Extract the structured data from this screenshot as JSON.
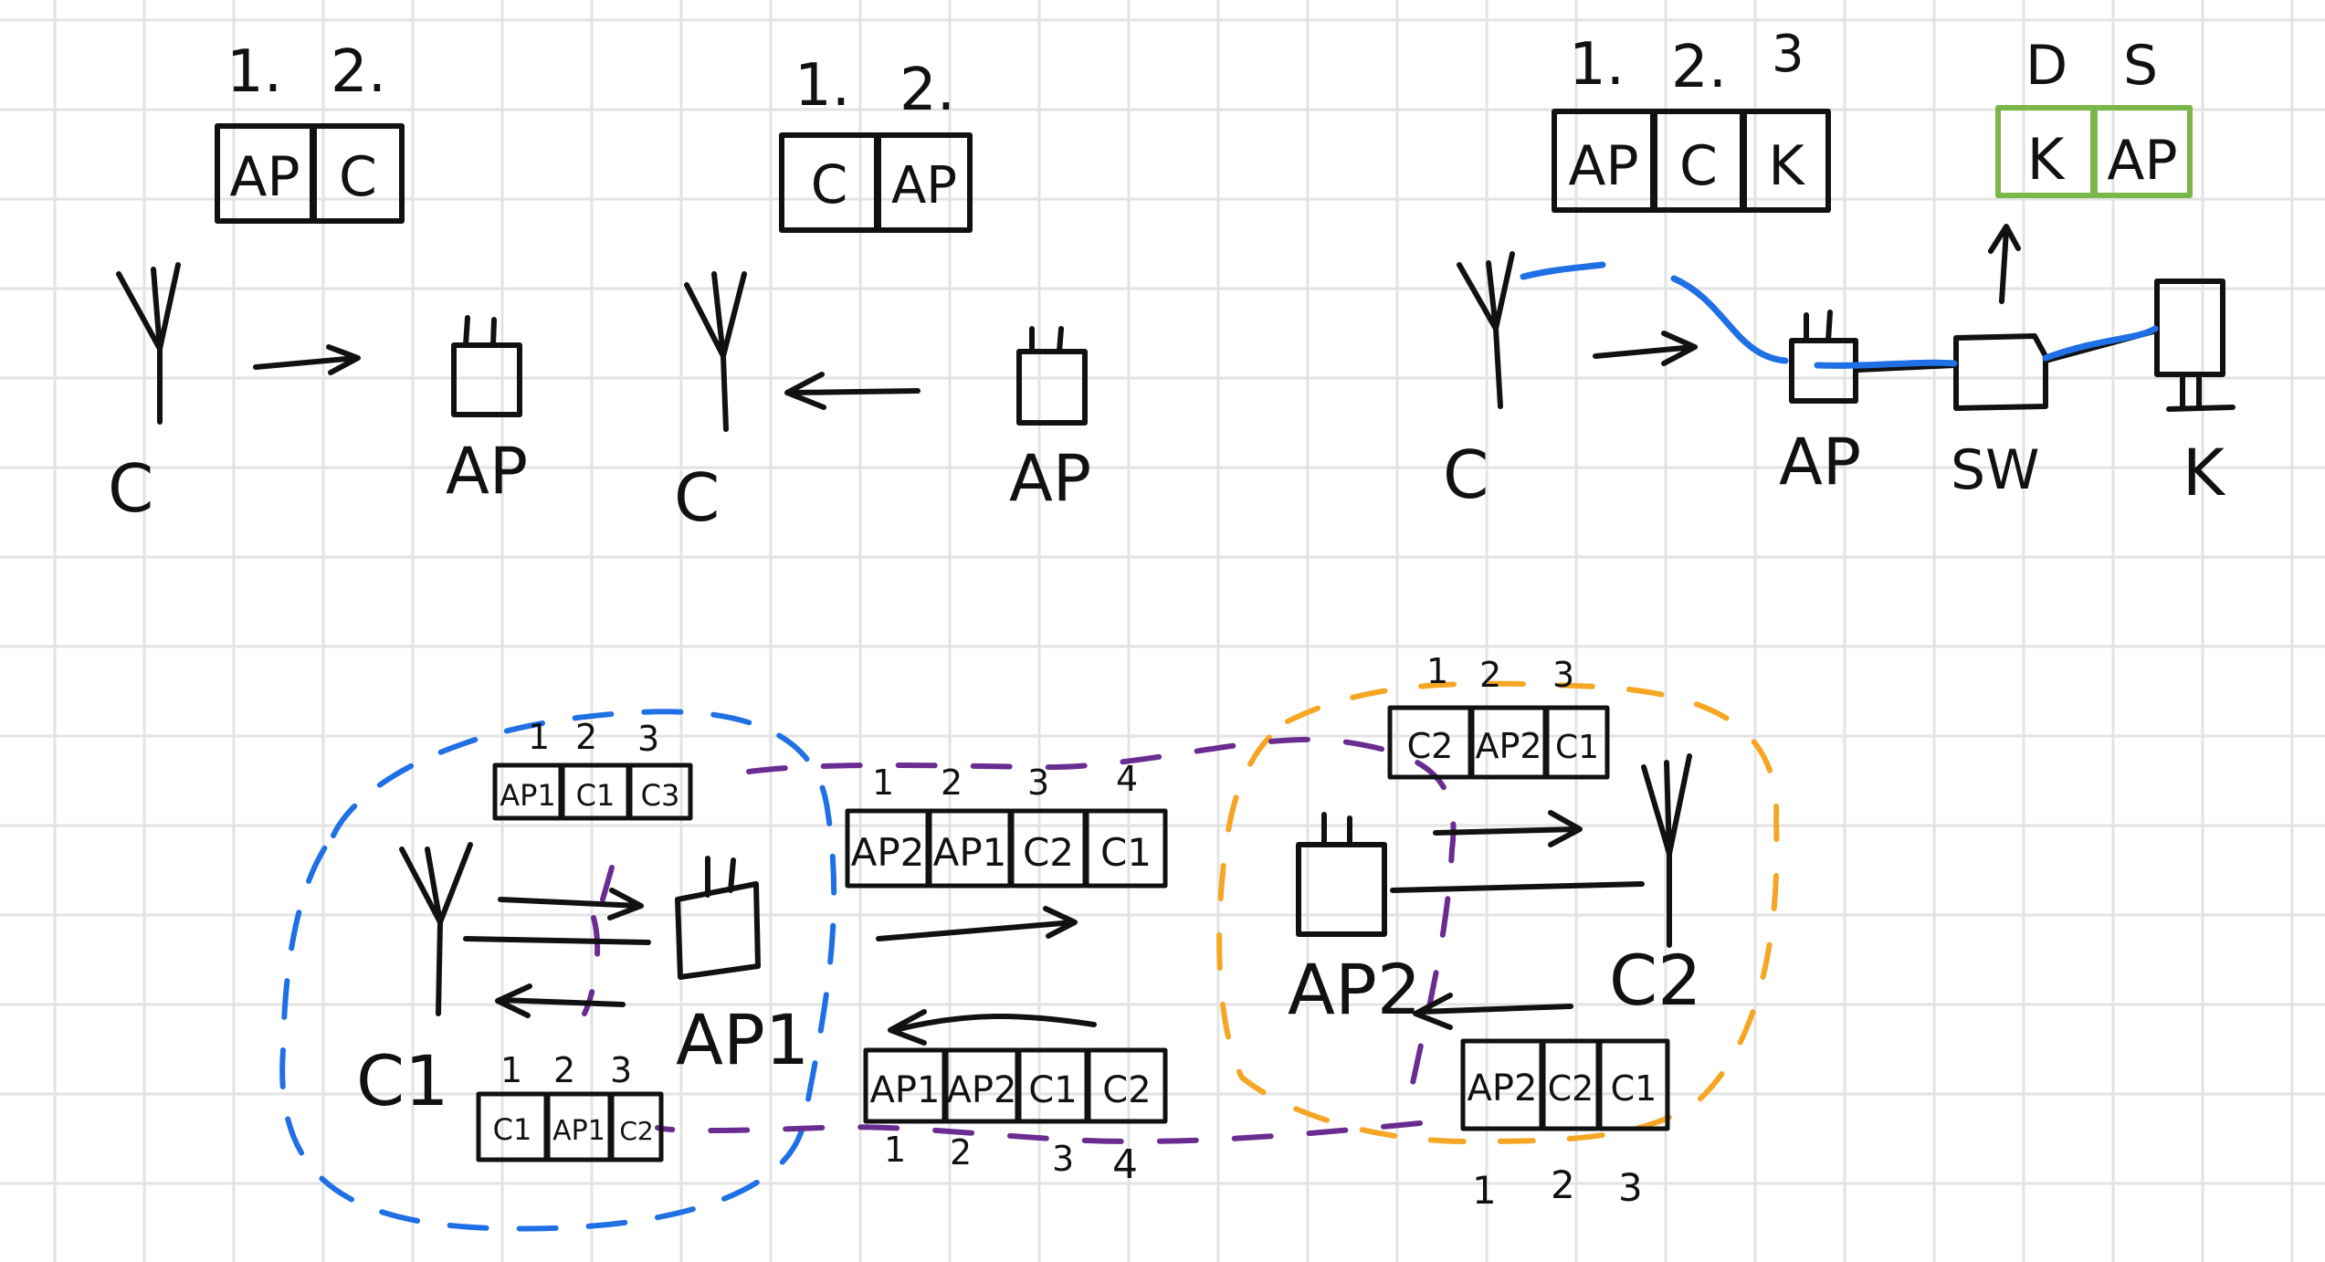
{
  "colors": {
    "ink": "#111111",
    "grid": "#e3e3e3",
    "blue_link": "#1f6fe5",
    "green_header": "#7ab648",
    "group_blue": "#1f6fe5",
    "group_orange": "#f5a623",
    "group_purple": "#6a2c91"
  },
  "sketch1": {
    "order": [
      "1.",
      "2."
    ],
    "frame": [
      "AP",
      "C"
    ],
    "client_label": "C",
    "ap_label": "AP"
  },
  "sketch2": {
    "order": [
      "1.",
      "2."
    ],
    "frame": [
      "C",
      "AP"
    ],
    "client_label": "C",
    "ap_label": "AP"
  },
  "sketch3": {
    "order": [
      "1.",
      "2.",
      "3"
    ],
    "frame": [
      "AP",
      "C",
      "K"
    ],
    "green_order": [
      "D",
      "S"
    ],
    "green_frame": [
      "K",
      "AP"
    ],
    "client_label": "C",
    "ap_label": "AP",
    "switch_label": "SW",
    "host_label": "K"
  },
  "bottom": {
    "left_top_frame": {
      "order": [
        "1",
        "2",
        "3"
      ],
      "cells": [
        "AP1",
        "C1",
        "C3"
      ]
    },
    "left_bottom_frame": {
      "order": [
        "1",
        "2",
        "3"
      ],
      "cells": [
        "C1",
        "AP1",
        "C2"
      ]
    },
    "c1_label": "C1",
    "ap1_label": "AP1",
    "mid_top_frame": {
      "order": [
        "1",
        "2",
        "3",
        "4"
      ],
      "cells": [
        "AP2",
        "AP1",
        "C2",
        "C1"
      ]
    },
    "mid_bottom_frame": {
      "order": [
        "1",
        "2",
        "3",
        "4"
      ],
      "cells": [
        "AP1",
        "AP2",
        "C1",
        "C2"
      ]
    },
    "right_top_frame": {
      "order": [
        "1",
        "2",
        "3"
      ],
      "cells": [
        "C2",
        "AP2",
        "C1"
      ]
    },
    "right_bottom_frame": {
      "order": [
        "1",
        "2",
        "3"
      ],
      "cells": [
        "AP2",
        "C2",
        "C1"
      ]
    },
    "ap2_label": "AP2",
    "c2_label": "C2"
  }
}
